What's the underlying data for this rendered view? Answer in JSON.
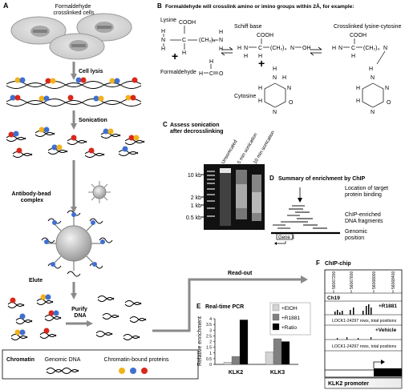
{
  "panel_a": {
    "letter": "A",
    "cells_label": "Formaldehyde\ncrosslinked cells",
    "step_lysis": "Cell lysis",
    "step_sonication": "Sonication",
    "step_antibody": "Antibody-bead\ncomplex",
    "step_elute": "Elute",
    "step_purify": "Purify\nDNA",
    "legend_title": "Chromatin",
    "legend_dna": "Genomic DNA",
    "legend_proteins": "Chromatin-bound proteins",
    "colors": {
      "yellow": "#f2b21b",
      "blue": "#3f6fd0",
      "red": "#d9281b",
      "dna": "#000000",
      "arrow": "#8a8a8a",
      "bead": "#bdbdbd"
    }
  },
  "panel_b": {
    "letter": "B",
    "title": "Formaldehyde will crosslink amino or imino groups within 2Å, for example:",
    "lysine": "Lysine",
    "formaldehyde": "Formaldehyde",
    "schiff": "Schiff base",
    "cytosine": "Cytosine",
    "crosslinked": "Crosslinked lysine-cytosine",
    "plus": "+"
  },
  "panel_c": {
    "letter": "C",
    "title": "Assess sonication\nafter decrosslinking",
    "lanes": [
      "Unsonicated",
      "5 min sonication",
      "10 min sonication"
    ],
    "markers": [
      "10 kb",
      "2 kb",
      "1 kb",
      "0.5 kb"
    ]
  },
  "panel_d": {
    "letter": "D",
    "title": "Summary of enrichment by ChIP",
    "label_location": "Location of target\nprotein binding",
    "label_fragments": "ChIP-enriched\nDNA fragments",
    "label_genomic": "Genomic\nposition",
    "gene": "Gene X"
  },
  "panel_e": {
    "letter": "E",
    "title": "Real-time PCR",
    "readout": "Read-out",
    "ylabel": "Relative enrichment",
    "legend_colors": {
      "+EtOH": "#d3d3d3",
      "+R1881": "#808080",
      "+Ratio": "#000000"
    }
  },
  "chart_data": {
    "type": "bar",
    "title": "Real-time PCR",
    "xlabel": "",
    "ylabel": "Relative enrichment",
    "categories": [
      "KLK2",
      "KLK3"
    ],
    "series": [
      {
        "name": "+EtOH",
        "values": [
          0.2,
          1.1
        ]
      },
      {
        "name": "+R1881",
        "values": [
          0.7,
          2.25
        ]
      },
      {
        "name": "+Ratio",
        "values": [
          3.9,
          2.0
        ]
      }
    ],
    "ylim": [
      0,
      4
    ],
    "yticks": [
      "0",
      "0.5",
      "1",
      "1.5",
      "2",
      "2.5",
      "3",
      "3.5",
      "4"
    ],
    "grid": false,
    "legend": "top-right"
  },
  "panel_f": {
    "letter": "F",
    "title": "ChIP-chip",
    "ticks": [
      "56067200",
      "56067600",
      "56068000",
      "56068400"
    ],
    "chrom": "Ch19",
    "track1_label": "+R1881",
    "track1_note": "LOCK1-24297 rows, total positions",
    "track2_label": "+Vehicle",
    "track2_note": "LOCK1-24297 rows, total positions",
    "promoter": "KLK2 promoter"
  }
}
